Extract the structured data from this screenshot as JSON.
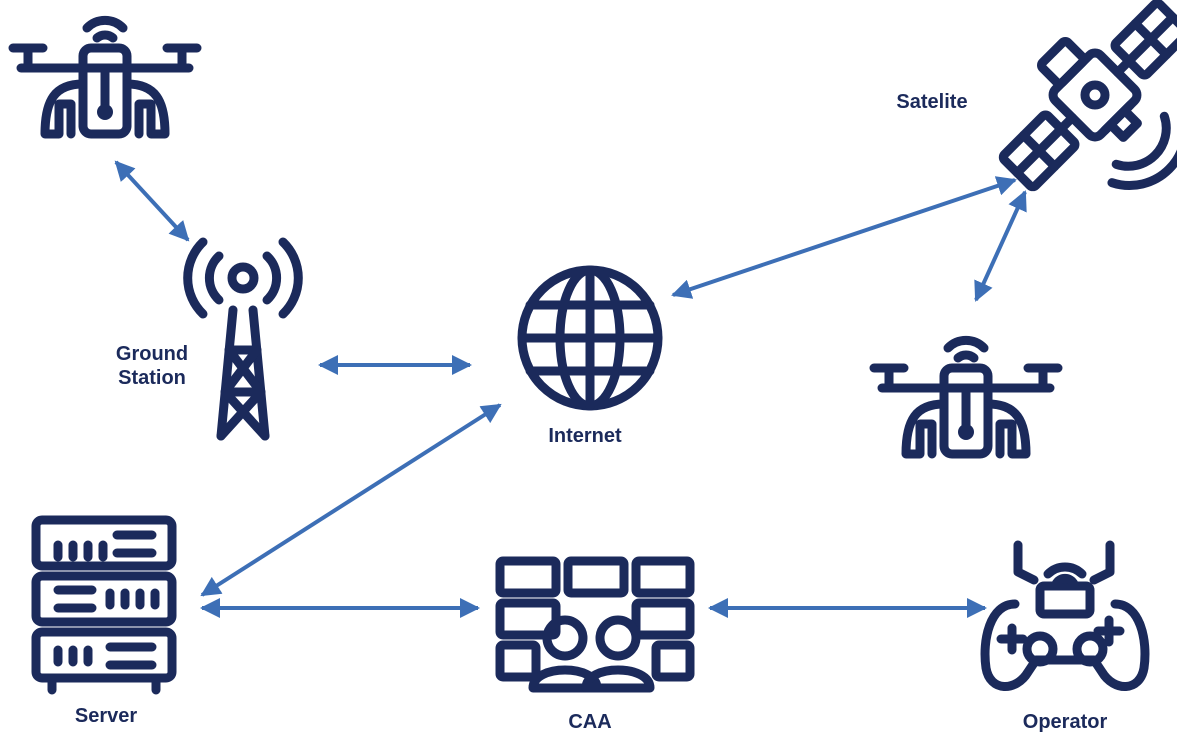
{
  "labels": {
    "ground_station_line1": "Ground",
    "ground_station_line2": "Station",
    "internet": "Internet",
    "satellite": "Satelite",
    "server": "Server",
    "caa": "CAA",
    "operator": "Operator"
  },
  "colors": {
    "icon": "#1b2a5b",
    "arrow": "#3d6fb6",
    "background": "#ffffff"
  },
  "icons": [
    "drone-icon",
    "antenna-tower-icon",
    "globe-icon",
    "satellite-icon",
    "drone-icon",
    "server-rack-icon",
    "video-wall-users-icon",
    "game-controller-icon"
  ]
}
